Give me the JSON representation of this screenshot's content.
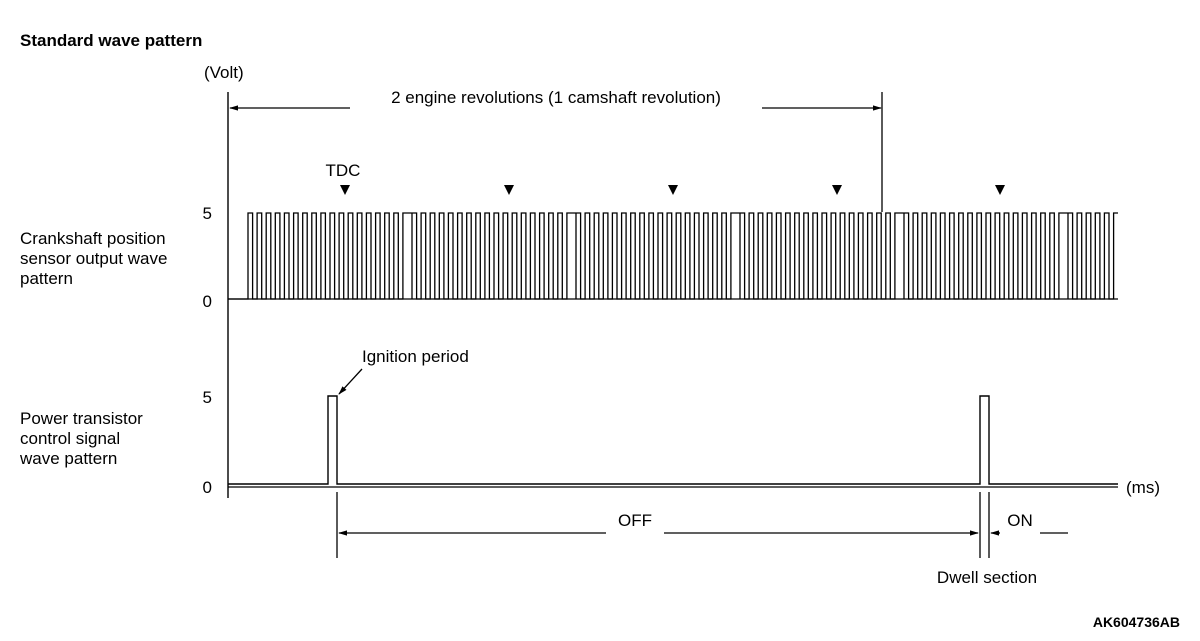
{
  "title": "Standard wave pattern",
  "y_unit_label": "(Volt)",
  "x_unit_label": "(ms)",
  "revolution_label": "2 engine revolutions (1 camshaft revolution)",
  "tdc_label": "TDC",
  "ignition_label": "Ignition period",
  "off_label": "OFF",
  "on_label": "ON",
  "dwell_label": "Dwell section",
  "figure_code": "AK604736AB",
  "crank_signal": {
    "label_lines": [
      "Crankshaft position",
      "sensor output wave",
      "pattern"
    ],
    "high_value": "5",
    "low_value": "0",
    "teeth_per_group": 17,
    "missing_teeth_per_group": 1,
    "visible_groups": 6
  },
  "ignition_signal": {
    "label_lines": [
      "Power transistor",
      "control signal",
      "wave pattern"
    ],
    "high_value": "5",
    "low_value": "0"
  },
  "tdc_marker_count": 5
}
